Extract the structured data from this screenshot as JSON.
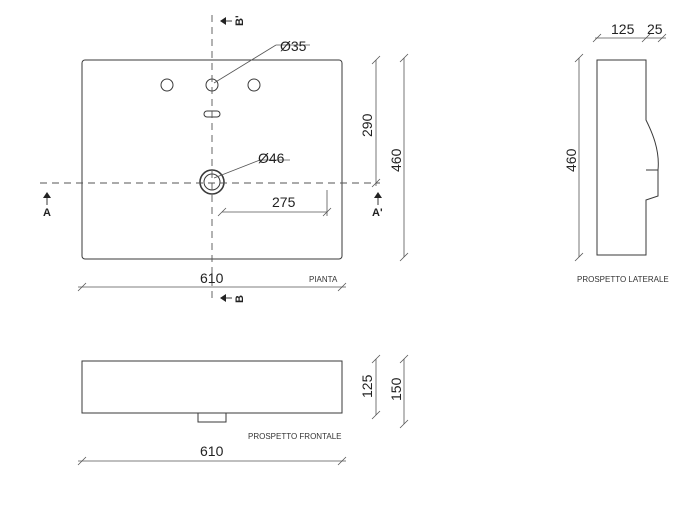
{
  "plan": {
    "caption": "PIANTA",
    "dim_width": "610",
    "dim_depth": "460",
    "dim_hole_offset": "290",
    "dim_drain_offset": "275",
    "dim_tap_hole": "Ø35",
    "dim_drain_hole": "Ø46",
    "section_a": "A",
    "section_a_prime": "A'",
    "section_b_top": "B'",
    "section_b_bottom": "B"
  },
  "side_view": {
    "caption": "PROSPETTO LATERALE",
    "dim_height": "460",
    "dim_depth": "125",
    "dim_overhang": "25"
  },
  "front_view": {
    "caption": "PROSPETTO FRONTALE",
    "dim_width": "610",
    "dim_body_height": "125",
    "dim_total_height": "150"
  }
}
